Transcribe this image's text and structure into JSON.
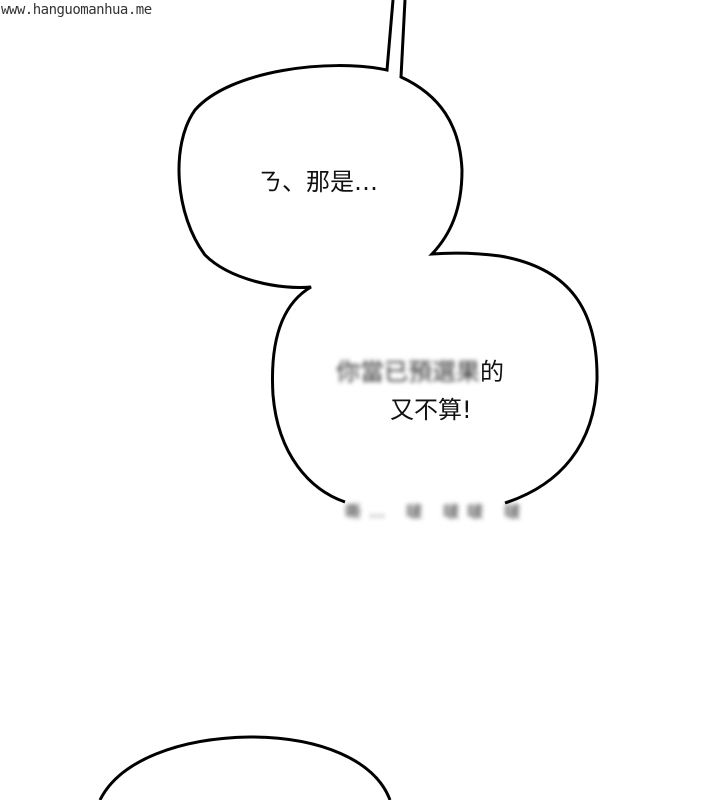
{
  "watermark": "www.hanguomanhua.me",
  "bubbles": [
    {
      "lines": [
        "ㄋ、那是…"
      ]
    },
    {
      "lines_blurred_prefix": "你當已預選果",
      "line1_end": "的",
      "line2": "又不算!"
    }
  ],
  "sfx_blurred": "嘶…  啵  啵啵  啵"
}
